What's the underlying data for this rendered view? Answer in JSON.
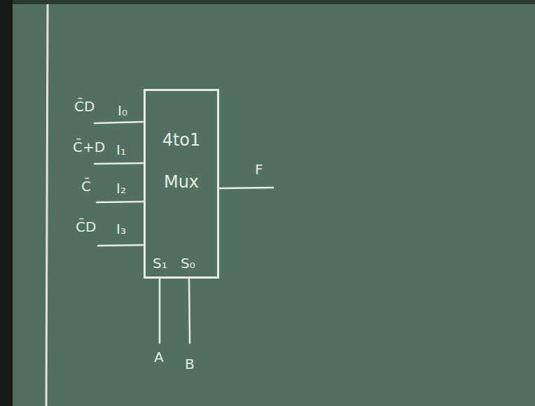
{
  "diagram": {
    "nodes": [
      {
        "text": [
          "4to1 Mux"
        ]
      }
    ],
    "labels": [
      "C̄D",
      "C̄+D",
      "C̄",
      "C̄D",
      "I₀",
      "I₁",
      "I₂",
      "I₃",
      "S₁",
      "S₀",
      "A",
      "B",
      "F"
    ]
  }
}
